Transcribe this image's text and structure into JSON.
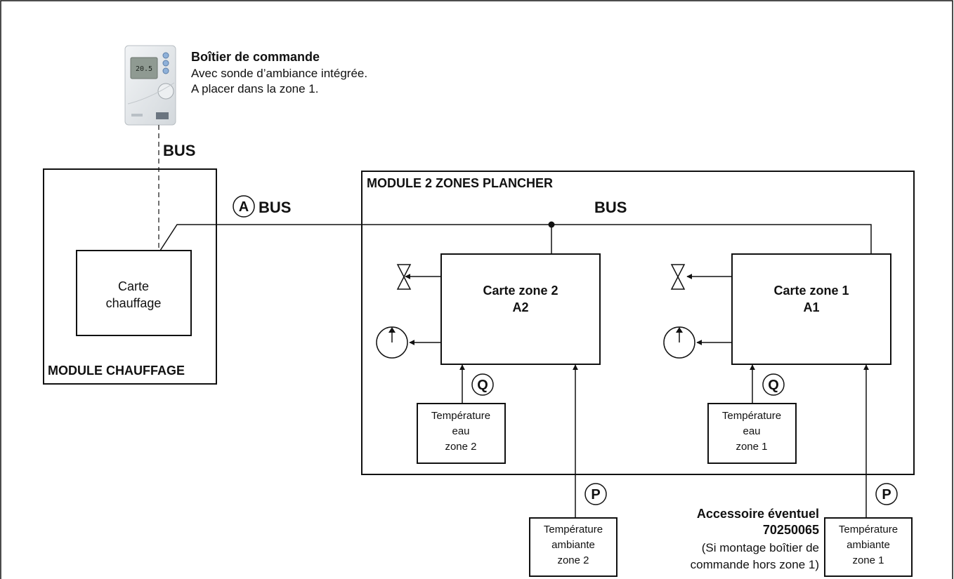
{
  "control_box": {
    "title": "Boîtier de commande",
    "line1": "Avec sonde d’ambiance intégrée.",
    "line2": "A placer dans la zone 1."
  },
  "bus_top": "BUS",
  "bus_a_letter": "A",
  "bus_a_label": "BUS",
  "module_chauffage": {
    "title": "MODULE CHAUFFAGE",
    "card_line1": "Carte",
    "card_line2": "chauffage"
  },
  "module_2zones": {
    "title": "MODULE 2 ZONES PLANCHER",
    "bus_label": "BUS",
    "zone2": {
      "title": "Carte zone 2",
      "code": "A2"
    },
    "zone1": {
      "title": "Carte zone 1",
      "code": "A1"
    }
  },
  "q_letter": "Q",
  "p_letter": "P",
  "water_sensor_z2": [
    "Température",
    "eau",
    "zone 2"
  ],
  "water_sensor_z1": [
    "Température",
    "eau",
    "zone 1"
  ],
  "ambient_sensor_z2": [
    "Température",
    "ambiante",
    "zone 2"
  ],
  "ambient_sensor_z1": [
    "Température",
    "ambiante",
    "zone 1"
  ],
  "accessory": {
    "title": "Accessoire éventuel",
    "code": "70250065",
    "note1": "(Si montage boîtier de",
    "note2": "commande hors zone 1)"
  },
  "device_display": "20.5"
}
